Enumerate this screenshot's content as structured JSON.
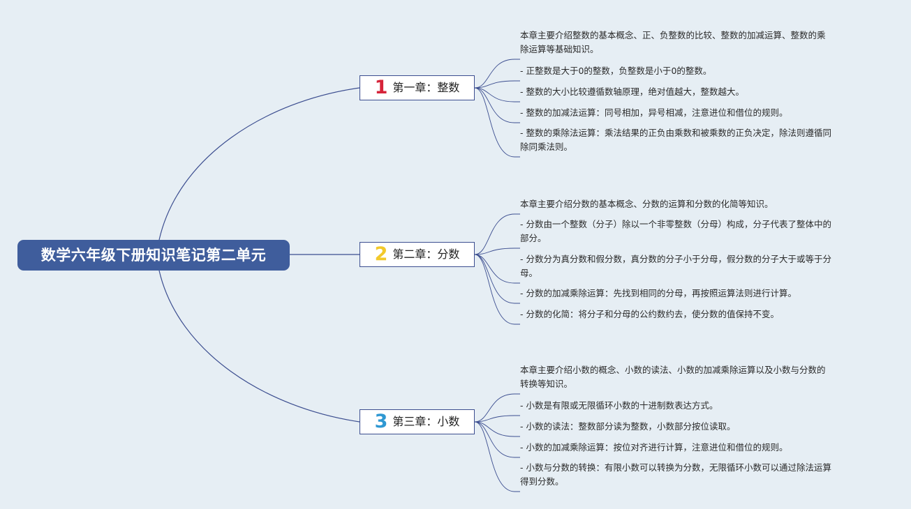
{
  "root": {
    "title": "数学六年级下册知识笔记第二单元"
  },
  "colors": {
    "background": "#e6eef4",
    "root_fill": "#3f5d9c",
    "connector": "#3b4d8f",
    "chapter_border": "#3b4d8f"
  },
  "chapters": [
    {
      "number": "1",
      "number_color": "#d6243a",
      "title": "第一章：整数",
      "notes": [
        {
          "lines": [
            "本章主要介绍整数的基本概念、正、负整数的比较、整数的加减运算、整数的乘",
            "除运算等基础知识。"
          ]
        },
        {
          "lines": [
            "- 正整数是大于0的整数，负整数是小于0的整数。"
          ]
        },
        {
          "lines": [
            "- 整数的大小比较遵循数轴原理，绝对值越大，整数越大。"
          ]
        },
        {
          "lines": [
            "- 整数的加减法运算：同号相加，异号相减，注意进位和借位的规则。"
          ]
        },
        {
          "lines": [
            "- 整数的乘除法运算：乘法结果的正负由乘数和被乘数的正负决定，除法则遵循同",
            "除同乘法则。"
          ]
        }
      ]
    },
    {
      "number": "2",
      "number_color": "#f2c92b",
      "title": "第二章：分数",
      "notes": [
        {
          "lines": [
            "本章主要介绍分数的基本概念、分数的运算和分数的化简等知识。"
          ]
        },
        {
          "lines": [
            "- 分数由一个整数（分子）除以一个非零整数（分母）构成，分子代表了整体中的",
            "部分。"
          ]
        },
        {
          "lines": [
            "- 分数分为真分数和假分数，真分数的分子小于分母，假分数的分子大于或等于分",
            "母。"
          ]
        },
        {
          "lines": [
            "- 分数的加减乘除运算：先找到相同的分母，再按照运算法则进行计算。"
          ]
        },
        {
          "lines": [
            "- 分数的化简：将分子和分母的公约数约去，使分数的值保持不变。"
          ]
        }
      ]
    },
    {
      "number": "3",
      "number_color": "#2f98d2",
      "title": "第三章：小数",
      "notes": [
        {
          "lines": [
            "本章主要介绍小数的概念、小数的读法、小数的加减乘除运算以及小数与分数的",
            "转换等知识。"
          ]
        },
        {
          "lines": [
            "- 小数是有限或无限循环小数的十进制数表达方式。"
          ]
        },
        {
          "lines": [
            "- 小数的读法：整数部分读为整数，小数部分按位读取。"
          ]
        },
        {
          "lines": [
            "- 小数的加减乘除运算：按位对齐进行计算，注意进位和借位的规则。"
          ]
        },
        {
          "lines": [
            "- 小数与分数的转换：有限小数可以转换为分数，无限循环小数可以通过除法运算",
            "得到分数。"
          ]
        }
      ]
    }
  ]
}
